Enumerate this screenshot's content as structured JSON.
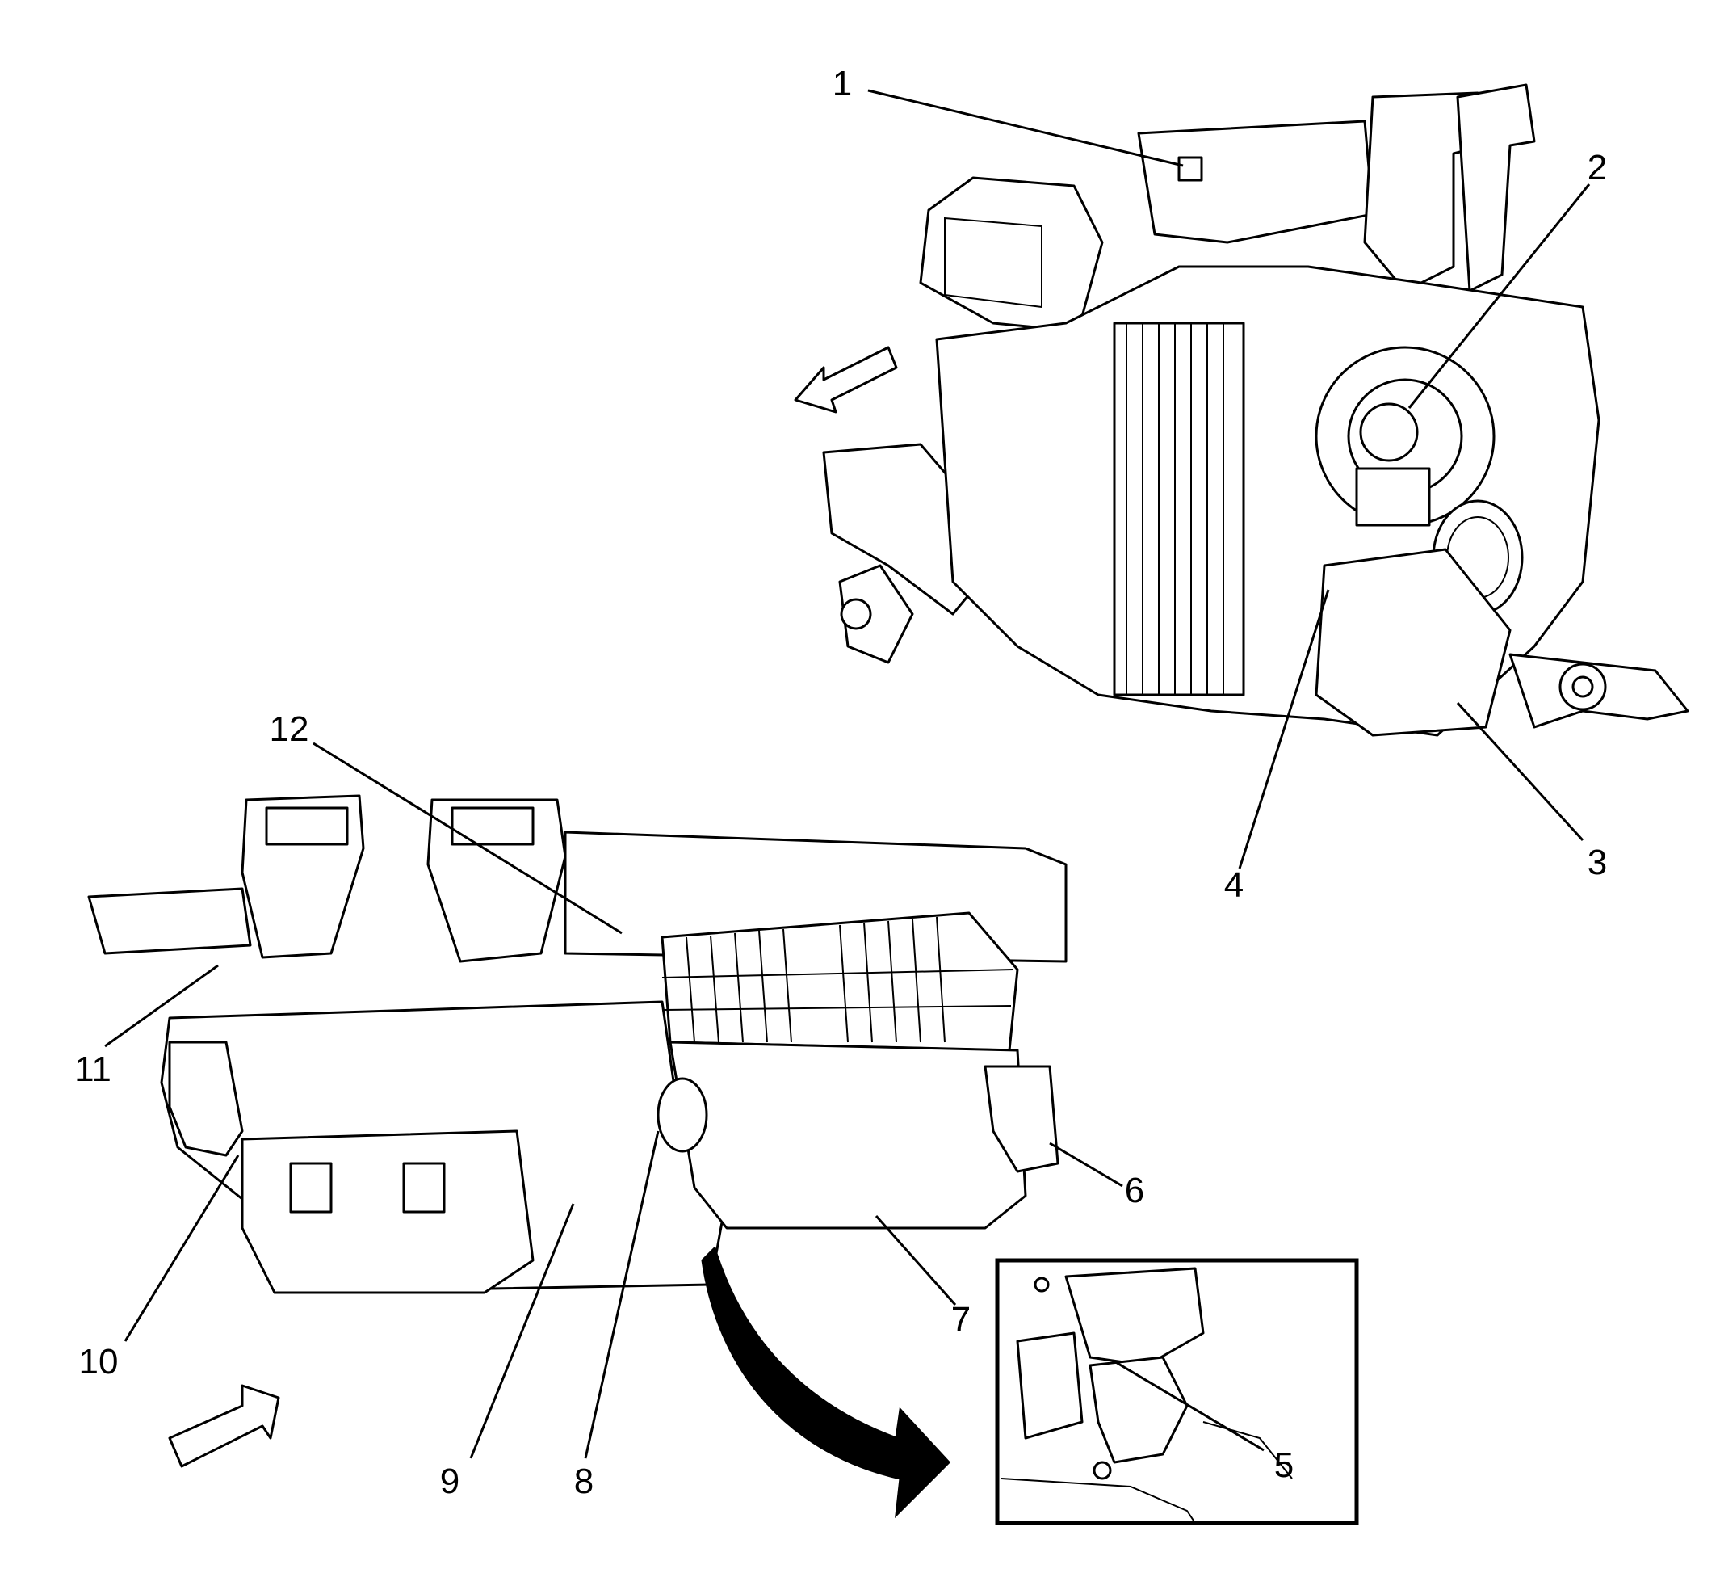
{
  "callouts": {
    "c1": "1",
    "c2": "2",
    "c3": "3",
    "c4": "4",
    "c5": "5",
    "c6": "6",
    "c7": "7",
    "c8": "8",
    "c9": "9",
    "c10": "10",
    "c11": "11",
    "c12": "12"
  },
  "colors": {
    "ink": "#000000",
    "paper": "#ffffff"
  }
}
